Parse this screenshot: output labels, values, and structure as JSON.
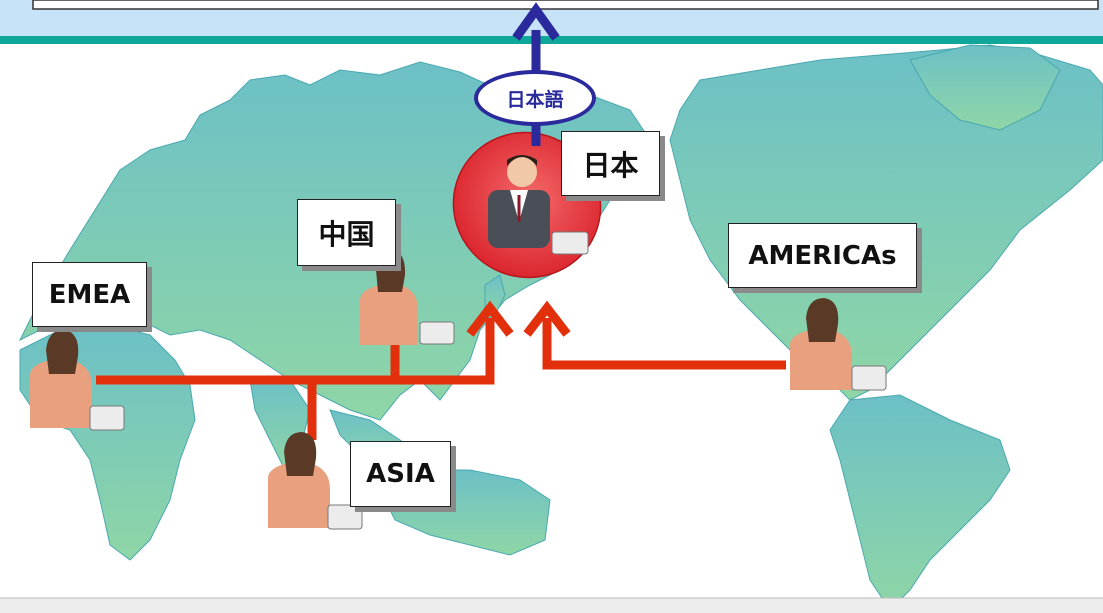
{
  "labels": {
    "japan": "日本",
    "china": "中国",
    "emea": "EMEA",
    "asia": "ASIA",
    "americas": "AMERICAs"
  },
  "language_bubble": "日本語",
  "colors": {
    "ocean_band": "#c7e3f7",
    "teal_rule": "#0fa79a",
    "land": "#74c6c4",
    "route": "#e2300c",
    "language_arrow": "#2a2a9c",
    "japan_highlight": "#e8333b"
  },
  "icons": [
    "world-map",
    "operator-woman",
    "operator-man",
    "desk-phone"
  ]
}
